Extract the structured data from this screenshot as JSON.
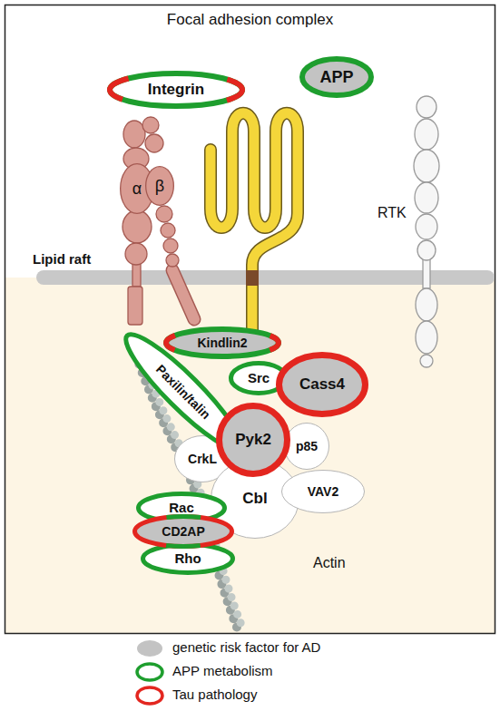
{
  "diagram": {
    "title": "Focal adhesion complex",
    "nodes": [
      {
        "text": [
          "Integrin"
        ]
      },
      {
        "text": [
          "APP"
        ]
      },
      {
        "text": [
          "α"
        ]
      },
      {
        "text": [
          "β"
        ]
      },
      {
        "text": [
          "Kindlin2"
        ]
      },
      {
        "text": [
          "Paxilin/talin"
        ]
      },
      {
        "text": [
          "Src"
        ]
      },
      {
        "text": [
          "Cass4"
        ]
      },
      {
        "text": [
          "CrkL"
        ]
      },
      {
        "text": [
          "Pyk2"
        ]
      },
      {
        "text": [
          "p85"
        ]
      },
      {
        "text": [
          "Cbl"
        ]
      },
      {
        "text": [
          "VAV2"
        ]
      },
      {
        "text": [
          "Rac"
        ]
      },
      {
        "text": [
          "CD2AP"
        ]
      },
      {
        "text": [
          "Rho"
        ]
      }
    ],
    "labels": [
      "RTK",
      "Lipid raft",
      "Actin"
    ],
    "legend": [
      {
        "text": "genetic risk factor for AD",
        "color": "#c3c3c3"
      },
      {
        "text": "APP metabolism",
        "color": "#1e9e2e"
      },
      {
        "text": "Tau pathology",
        "color": "#e3261f"
      }
    ]
  }
}
